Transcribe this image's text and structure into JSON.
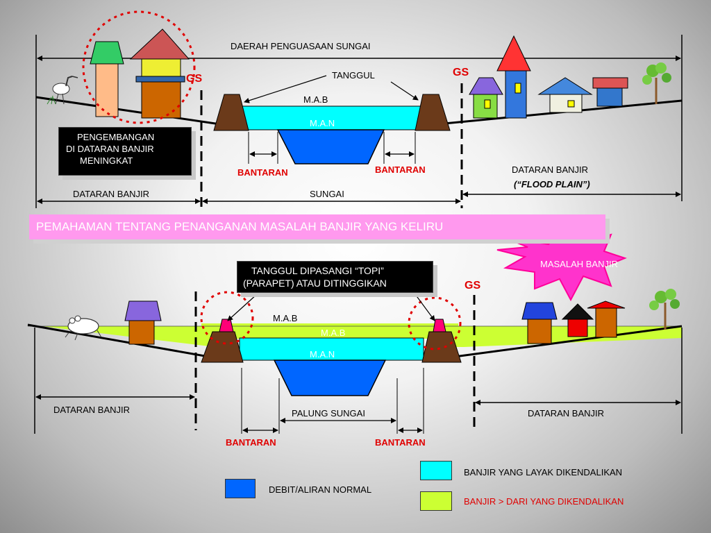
{
  "top": {
    "daerah": "DAERAH PENGUASAAN SUNGAI",
    "tanggul": "TANGGUL",
    "gs_left": "GS",
    "gs_right": "GS",
    "mab": "M.A.B",
    "man": "M.A.N",
    "pengembangan_line1": "PENGEMBANGAN",
    "pengembangan_line2": "DI DATARAN BANJIR",
    "pengembangan_line3": "MENINGKAT",
    "bantaran_left": "BANTARAN",
    "bantaran_right": "BANTARAN",
    "dataran_banjir_right_line1": "DATARAN BANJIR",
    "dataran_banjir_right_line2": "(“FLOOD PLAIN”)",
    "dataran_banjir_left": "DATARAN BANJIR",
    "sungai": "SUNGAI"
  },
  "banner": "PEMAHAMAN TENTANG PENANGANAN MASALAH BANJIR YANG KELIRU",
  "starburst": "MASALAH BANJIR",
  "bottom": {
    "callout_line1": "TANGGUL DIPASANGI “TOPI”",
    "callout_line2": "(PARAPET) ATAU DITINGGIKAN",
    "gs": "GS",
    "mab_outer": "M.A.B",
    "mab_inner": "M.A.B",
    "man": "M.A.N",
    "dataran_banjir_left": "DATARAN BANJIR",
    "palung_sungai": "PALUNG SUNGAI",
    "dataran_banjir_right": "DATARAN BANJIR",
    "bantaran_left": "BANTARAN",
    "bantaran_right": "BANTARAN"
  },
  "legend": {
    "cyan": "BANJIR YANG LAYAK DIKENDALIKAN",
    "lime": "BANJIR > DARI YANG DIKENDALIKAN",
    "blue": "DEBIT/ALIRAN NORMAL",
    "colors": {
      "cyan": "#00ffff",
      "lime": "#ccff33",
      "blue": "#0066ff"
    }
  },
  "colors": {
    "levee": "#6b3a1a",
    "water_high": "#00ffff",
    "water_normal": "#0066ff",
    "flood_over": "#ccff33",
    "accent_red": "#e00000",
    "banner": "#ff99ee"
  }
}
